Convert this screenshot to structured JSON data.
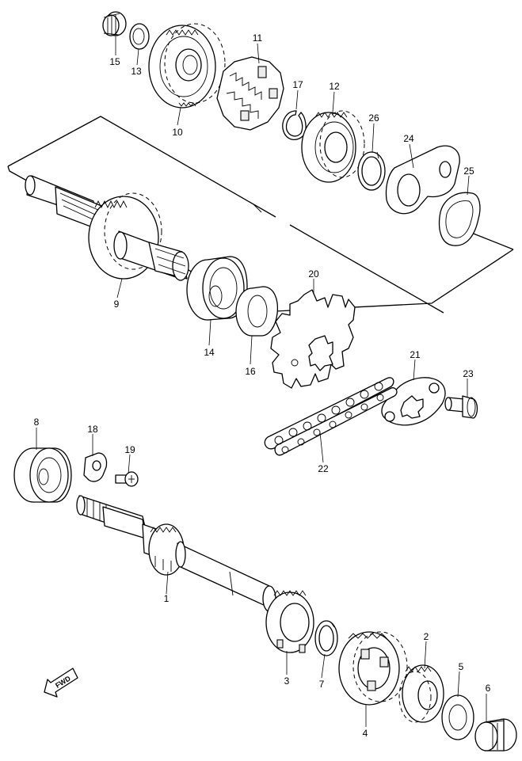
{
  "parts": [
    {
      "id": "p1",
      "num": "1"
    },
    {
      "id": "p2",
      "num": "2"
    },
    {
      "id": "p3",
      "num": "3"
    },
    {
      "id": "p4",
      "num": "4"
    },
    {
      "id": "p5",
      "num": "5"
    },
    {
      "id": "p6",
      "num": "6"
    },
    {
      "id": "p7",
      "num": "7"
    },
    {
      "id": "p8",
      "num": "8"
    },
    {
      "id": "p9",
      "num": "9"
    },
    {
      "id": "p10",
      "num": "10"
    },
    {
      "id": "p11",
      "num": "11"
    },
    {
      "id": "p12",
      "num": "12"
    },
    {
      "id": "p13",
      "num": "13"
    },
    {
      "id": "p14",
      "num": "14"
    },
    {
      "id": "p15",
      "num": "15"
    },
    {
      "id": "p16",
      "num": "16"
    },
    {
      "id": "p17",
      "num": "17"
    },
    {
      "id": "p18",
      "num": "18"
    },
    {
      "id": "p19",
      "num": "19"
    },
    {
      "id": "p20",
      "num": "20"
    },
    {
      "id": "p21",
      "num": "21"
    },
    {
      "id": "p22",
      "num": "22"
    },
    {
      "id": "p23",
      "num": "23"
    },
    {
      "id": "p24",
      "num": "24"
    },
    {
      "id": "p25",
      "num": "25"
    }
  ],
  "fwd_label": "FWD"
}
